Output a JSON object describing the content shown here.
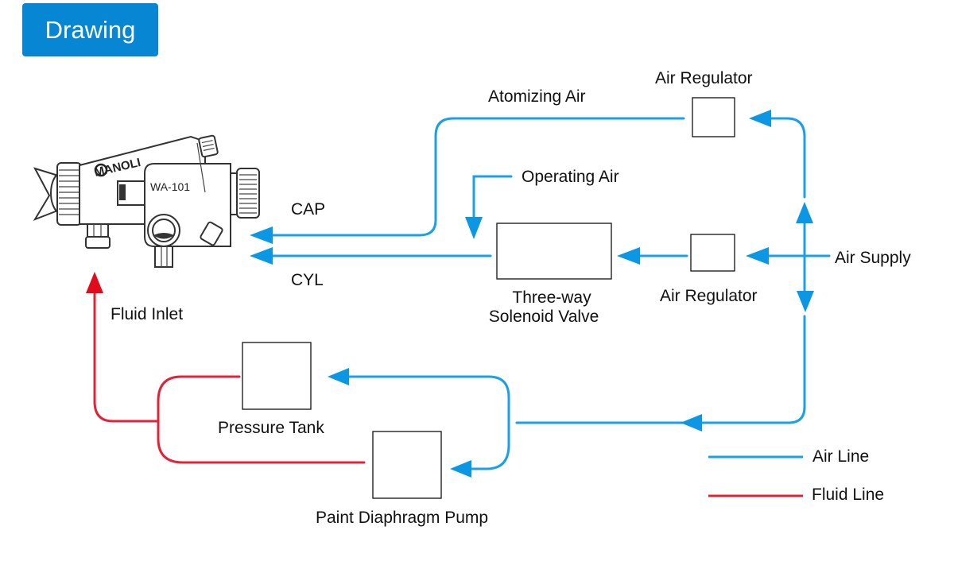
{
  "header": {
    "title": "Drawing"
  },
  "gun": {
    "brand": "MANOLI",
    "model": "WA-101"
  },
  "labels": {
    "atomizing_air": "Atomizing Air",
    "air_regulator_top": "Air Regulator",
    "operating_air": "Operating Air",
    "cap": "CAP",
    "cyl": "CYL",
    "three_way_line1": "Three-way",
    "three_way_line2": "Solenoid Valve",
    "air_regulator_mid": "Air Regulator",
    "air_supply": "Air Supply",
    "fluid_inlet": "Fluid Inlet",
    "pressure_tank": "Pressure Tank",
    "paint_pump": "Paint Diaphragm Pump"
  },
  "legend": [
    {
      "label": "Air Line",
      "color": "#1aa0e6"
    },
    {
      "label": "Fluid Line",
      "color": "#e0233a"
    }
  ],
  "colors": {
    "badge": "#0787d3",
    "air": "#1aa0e6",
    "fluid": "#e0233a"
  }
}
